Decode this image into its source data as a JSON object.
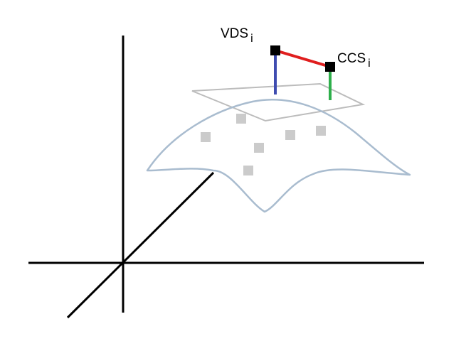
{
  "labels": {
    "vds": {
      "main": "VDS",
      "sub": "i"
    },
    "ccs": {
      "main": "CCS",
      "sub": "i"
    }
  },
  "colors": {
    "axis": "#000000",
    "surface": "#a9bccf",
    "plane": "#bcbcbc",
    "samples": "#cbcbcb",
    "vds_vertical": "#3f4cb0",
    "ccs_vertical": "#2eaf4b",
    "connector": "#e01e1e",
    "marker": "#000000"
  }
}
